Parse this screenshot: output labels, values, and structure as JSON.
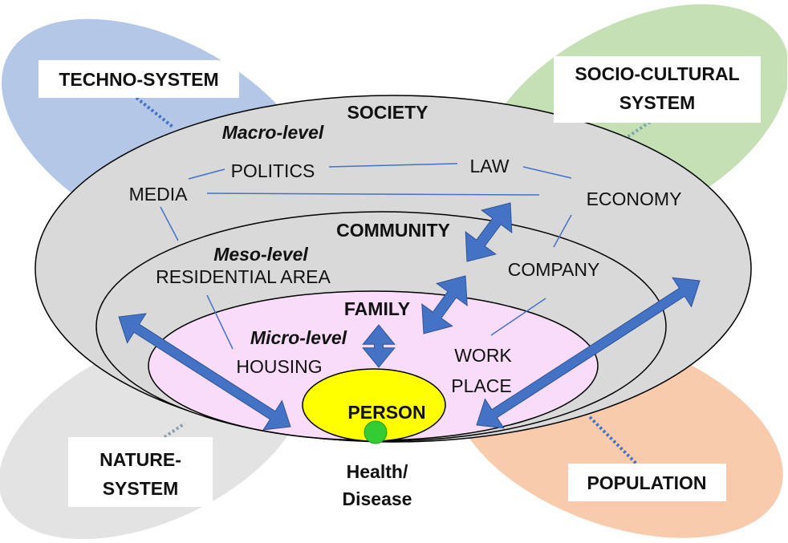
{
  "systems": {
    "techno": "TECHNO-SYSTEM",
    "socio_line1": "SOCIO-CULTURAL",
    "socio_line2": "SYSTEM",
    "nature_line1": "NATURE-",
    "nature_line2": "SYSTEM",
    "population": "POPULATION"
  },
  "society": {
    "title": "SOCIETY",
    "level": "Macro-level",
    "items": [
      "POLITICS",
      "LAW",
      "MEDIA",
      "ECONOMY"
    ]
  },
  "community": {
    "title": "COMMUNITY",
    "level": "Meso-level",
    "items": [
      "RESIDENTIAL AREA",
      "COMPANY"
    ]
  },
  "family": {
    "title": "FAMILY",
    "level": "Micro-level",
    "items": [
      "HOUSING",
      "WORK",
      "PLACE"
    ]
  },
  "person": {
    "title": "PERSON",
    "outcome_line1": "Health/",
    "outcome_line2": "Disease"
  },
  "colors": {
    "techno": "#b4c7e7",
    "socio": "#c5e0b4",
    "nature": "#dedede",
    "population": "#f8cbad",
    "society": "#d9d9d9",
    "family": "#f9dcf9",
    "person": "#ffff00",
    "health": "#33cc33",
    "arrow": "#4472c4"
  }
}
